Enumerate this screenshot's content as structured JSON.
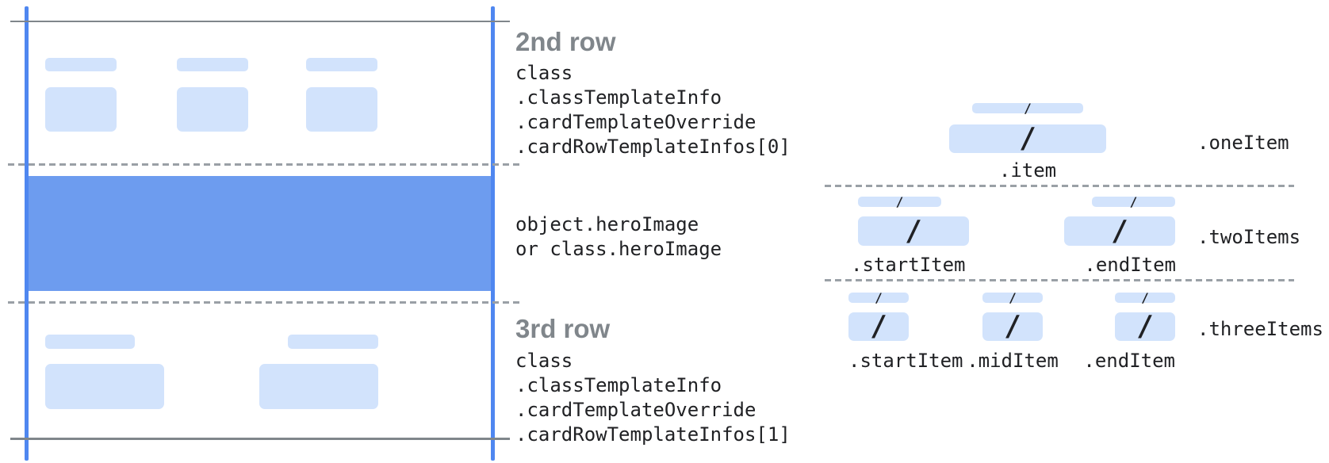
{
  "colors": {
    "bar_fill": "#d2e3fc",
    "hero_fill": "#6d9cef",
    "frame_line_blue": "#4f87f0",
    "rule_gray": "#80868b",
    "dashed_gray": "#9aa0a6",
    "heading_text": "#80868b",
    "code_text": "#202124"
  },
  "glyphs": {
    "slash": "/"
  },
  "left_card": {
    "row2": {
      "heading": "2nd row",
      "code_lines": [
        "class",
        ".classTemplateInfo",
        ".cardTemplateOverride",
        ".cardRowTemplateInfos[0]"
      ]
    },
    "hero": {
      "code_lines": [
        "object.heroImage",
        "or class.heroImage"
      ]
    },
    "row3": {
      "heading": "3rd row",
      "code_lines": [
        "class",
        ".classTemplateInfo",
        ".cardTemplateOverride",
        ".cardRowTemplateInfos[1]"
      ]
    }
  },
  "right_panel": {
    "rows": [
      {
        "name": ".oneItem",
        "item_labels": [
          ".item"
        ]
      },
      {
        "name": ".twoItems",
        "item_labels": [
          ".startItem",
          ".endItem"
        ]
      },
      {
        "name": ".threeItems",
        "item_labels": [
          ".startItem",
          ".midItem",
          ".endItem"
        ]
      }
    ]
  }
}
